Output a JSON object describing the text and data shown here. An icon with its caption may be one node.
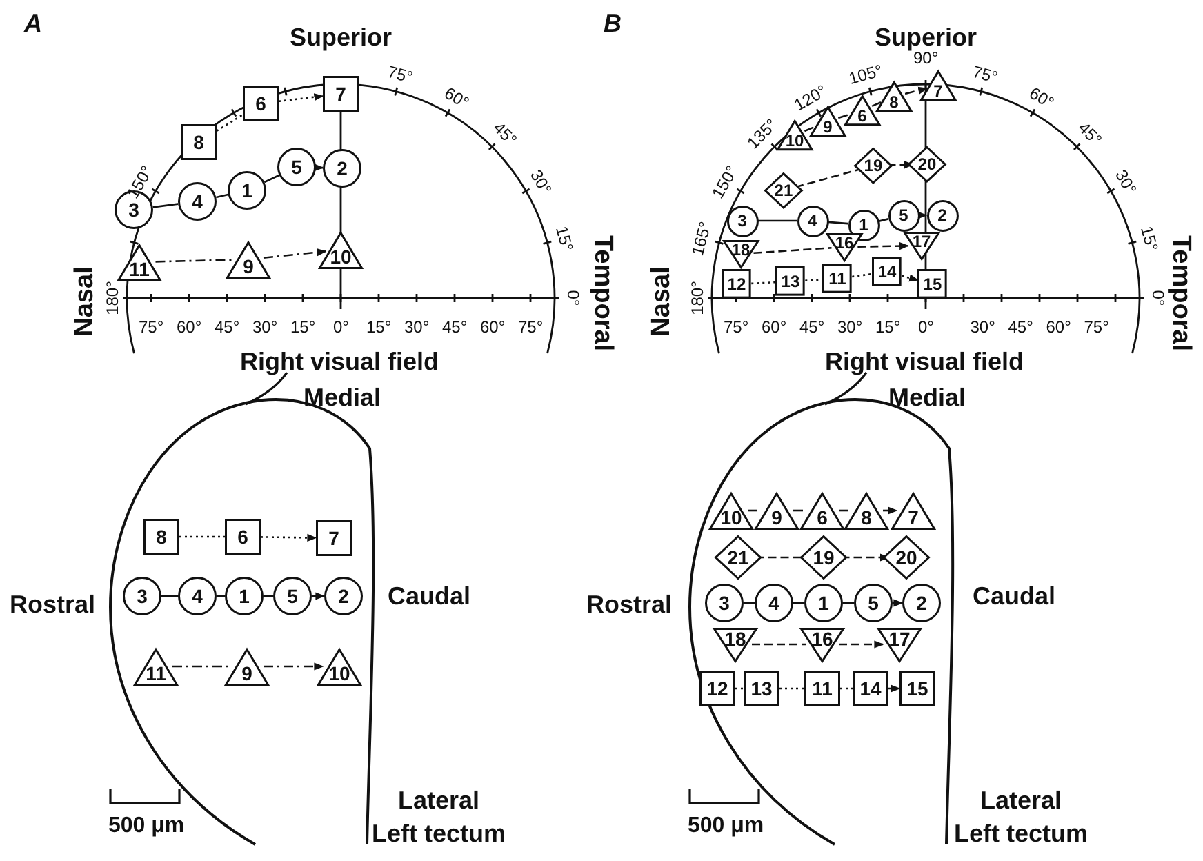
{
  "diagram": {
    "nodes": [
      {
        "text": [
          "8"
        ]
      },
      {
        "text": [
          "6"
        ]
      },
      {
        "text": [
          "7"
        ]
      },
      {
        "text": [
          "3"
        ]
      },
      {
        "text": [
          "4"
        ]
      },
      {
        "text": [
          "1"
        ]
      },
      {
        "text": [
          "5"
        ]
      },
      {
        "text": [
          "2"
        ]
      },
      {
        "text": [
          "11"
        ]
      },
      {
        "text": [
          "9"
        ]
      },
      {
        "text": [
          "10"
        ]
      },
      {
        "text": [
          "8"
        ]
      },
      {
        "text": [
          "6"
        ]
      },
      {
        "text": [
          "7"
        ]
      },
      {
        "text": [
          "3"
        ]
      },
      {
        "text": [
          "4"
        ]
      },
      {
        "text": [
          "1"
        ]
      },
      {
        "text": [
          "5"
        ]
      },
      {
        "text": [
          "2"
        ]
      },
      {
        "text": [
          "11"
        ]
      },
      {
        "text": [
          "9"
        ]
      },
      {
        "text": [
          "10"
        ]
      },
      {
        "text": [
          "10"
        ]
      },
      {
        "text": [
          "9"
        ]
      },
      {
        "text": [
          "6"
        ]
      },
      {
        "text": [
          "8"
        ]
      },
      {
        "text": [
          "7"
        ]
      },
      {
        "text": [
          "21"
        ]
      },
      {
        "text": [
          "19"
        ]
      },
      {
        "text": [
          "20"
        ]
      },
      {
        "text": [
          "3"
        ]
      },
      {
        "text": [
          "4"
        ]
      },
      {
        "text": [
          "1"
        ]
      },
      {
        "text": [
          "5"
        ]
      },
      {
        "text": [
          "2"
        ]
      },
      {
        "text": [
          "18"
        ]
      },
      {
        "text": [
          "16"
        ]
      },
      {
        "text": [
          "17"
        ]
      },
      {
        "text": [
          "12"
        ]
      },
      {
        "text": [
          "13"
        ]
      },
      {
        "text": [
          "11"
        ]
      },
      {
        "text": [
          "14"
        ]
      },
      {
        "text": [
          "15"
        ]
      },
      {
        "text": [
          "10"
        ]
      },
      {
        "text": [
          "9"
        ]
      },
      {
        "text": [
          "6"
        ]
      },
      {
        "text": [
          "8"
        ]
      },
      {
        "text": [
          "7"
        ]
      },
      {
        "text": [
          "21"
        ]
      },
      {
        "text": [
          "19"
        ]
      },
      {
        "text": [
          "20"
        ]
      },
      {
        "text": [
          "3"
        ]
      },
      {
        "text": [
          "4"
        ]
      },
      {
        "text": [
          "1"
        ]
      },
      {
        "text": [
          "5"
        ]
      },
      {
        "text": [
          "2"
        ]
      },
      {
        "text": [
          "18"
        ]
      },
      {
        "text": [
          "16"
        ]
      },
      {
        "text": [
          "17"
        ]
      },
      {
        "text": [
          "12"
        ]
      },
      {
        "text": [
          "13"
        ]
      },
      {
        "text": [
          "11"
        ]
      },
      {
        "text": [
          "14"
        ]
      },
      {
        "text": [
          "15"
        ]
      }
    ],
    "edges": [
      {
        "from": 0,
        "to": 1,
        "arrow": "none",
        "style": "dashed"
      },
      {
        "from": 1,
        "to": 2,
        "arrow": "to",
        "style": "dashed"
      },
      {
        "from": 3,
        "to": 4,
        "arrow": "none"
      },
      {
        "from": 4,
        "to": 5,
        "arrow": "none"
      },
      {
        "from": 5,
        "to": 6,
        "arrow": "none"
      },
      {
        "from": 6,
        "to": 7,
        "arrow": "to"
      },
      {
        "from": 8,
        "to": 9,
        "arrow": "none",
        "style": "dashed"
      },
      {
        "from": 9,
        "to": 10,
        "arrow": "to",
        "style": "dashed"
      },
      {
        "from": 11,
        "to": 12,
        "arrow": "none",
        "style": "dashed"
      },
      {
        "from": 12,
        "to": 13,
        "arrow": "to",
        "style": "dashed"
      },
      {
        "from": 14,
        "to": 15,
        "arrow": "none"
      },
      {
        "from": 15,
        "to": 16,
        "arrow": "none"
      },
      {
        "from": 16,
        "to": 17,
        "arrow": "none"
      },
      {
        "from": 17,
        "to": 18,
        "arrow": "to"
      },
      {
        "from": 19,
        "to": 20,
        "arrow": "none",
        "style": "dashed"
      },
      {
        "from": 20,
        "to": 21,
        "arrow": "to",
        "style": "dashed"
      },
      {
        "from": 22,
        "to": 23,
        "arrow": "none",
        "style": "dashed"
      },
      {
        "from": 23,
        "to": 24,
        "arrow": "none",
        "style": "dashed"
      },
      {
        "from": 24,
        "to": 25,
        "arrow": "none",
        "style": "dashed"
      },
      {
        "from": 25,
        "to": 26,
        "arrow": "to",
        "style": "dashed"
      },
      {
        "from": 27,
        "to": 28,
        "arrow": "none",
        "style": "dashed"
      },
      {
        "from": 28,
        "to": 29,
        "arrow": "to",
        "style": "dashed"
      },
      {
        "from": 30,
        "to": 31,
        "arrow": "none"
      },
      {
        "from": 31,
        "to": 32,
        "arrow": "none"
      },
      {
        "from": 32,
        "to": 33,
        "arrow": "none"
      },
      {
        "from": 33,
        "to": 34,
        "arrow": "to"
      },
      {
        "from": 35,
        "to": 36,
        "arrow": "none",
        "style": "dashed"
      },
      {
        "from": 36,
        "to": 37,
        "arrow": "to",
        "style": "dashed"
      },
      {
        "from": 38,
        "to": 39,
        "arrow": "none",
        "style": "dashed"
      },
      {
        "from": 39,
        "to": 40,
        "arrow": "none",
        "style": "dashed"
      },
      {
        "from": 40,
        "to": 41,
        "arrow": "none",
        "style": "dashed"
      },
      {
        "from": 41,
        "to": 42,
        "arrow": "to",
        "style": "dashed"
      },
      {
        "from": 43,
        "to": 44,
        "arrow": "none",
        "style": "dashed"
      },
      {
        "from": 44,
        "to": 45,
        "arrow": "none",
        "style": "dashed"
      },
      {
        "from": 45,
        "to": 46,
        "arrow": "none",
        "style": "dashed"
      },
      {
        "from": 46,
        "to": 47,
        "arrow": "to",
        "style": "dashed"
      },
      {
        "from": 48,
        "to": 49,
        "arrow": "none",
        "style": "dashed"
      },
      {
        "from": 49,
        "to": 50,
        "arrow": "to",
        "style": "dashed"
      },
      {
        "from": 51,
        "to": 52,
        "arrow": "none"
      },
      {
        "from": 52,
        "to": 53,
        "arrow": "none"
      },
      {
        "from": 53,
        "to": 54,
        "arrow": "none"
      },
      {
        "from": 54,
        "to": 55,
        "arrow": "to"
      },
      {
        "from": 56,
        "to": 57,
        "arrow": "none",
        "style": "dashed"
      },
      {
        "from": 57,
        "to": 58,
        "arrow": "to",
        "style": "dashed"
      },
      {
        "from": 59,
        "to": 60,
        "arrow": "none",
        "style": "dashed"
      },
      {
        "from": 60,
        "to": 61,
        "arrow": "none",
        "style": "dashed"
      },
      {
        "from": 61,
        "to": 62,
        "arrow": "none",
        "style": "dashed"
      },
      {
        "from": 62,
        "to": 63,
        "arrow": "to",
        "style": "dashed"
      }
    ],
    "labels": [
      "A",
      "Superior",
      "75°",
      "60°",
      "45°",
      "30°",
      "15°",
      "0°",
      "150°",
      "180°",
      "Nasal",
      "Temporal",
      "75°",
      "60°",
      "45°",
      "30°",
      "15°",
      "0°",
      "15°",
      "30°",
      "45°",
      "60°",
      "75°",
      "Right visual field",
      "Medial",
      "Rostral",
      "Caudal",
      "500 μm",
      "Lateral",
      "Left tectum",
      "B",
      "Superior",
      "90°",
      "105°",
      "120°",
      "135°",
      "150°",
      "165°",
      "180°",
      "75°",
      "60°",
      "45°",
      "30°",
      "15°",
      "0°",
      "Nasal",
      "Temporal",
      "75°",
      "60°",
      "45°",
      "30°",
      "15°",
      "0°",
      "30°",
      "45°",
      "60°",
      "75°",
      "Right visual field",
      "Medial",
      "Rostral",
      "Caudal",
      "500 μm",
      "Lateral",
      "Left tectum"
    ]
  }
}
